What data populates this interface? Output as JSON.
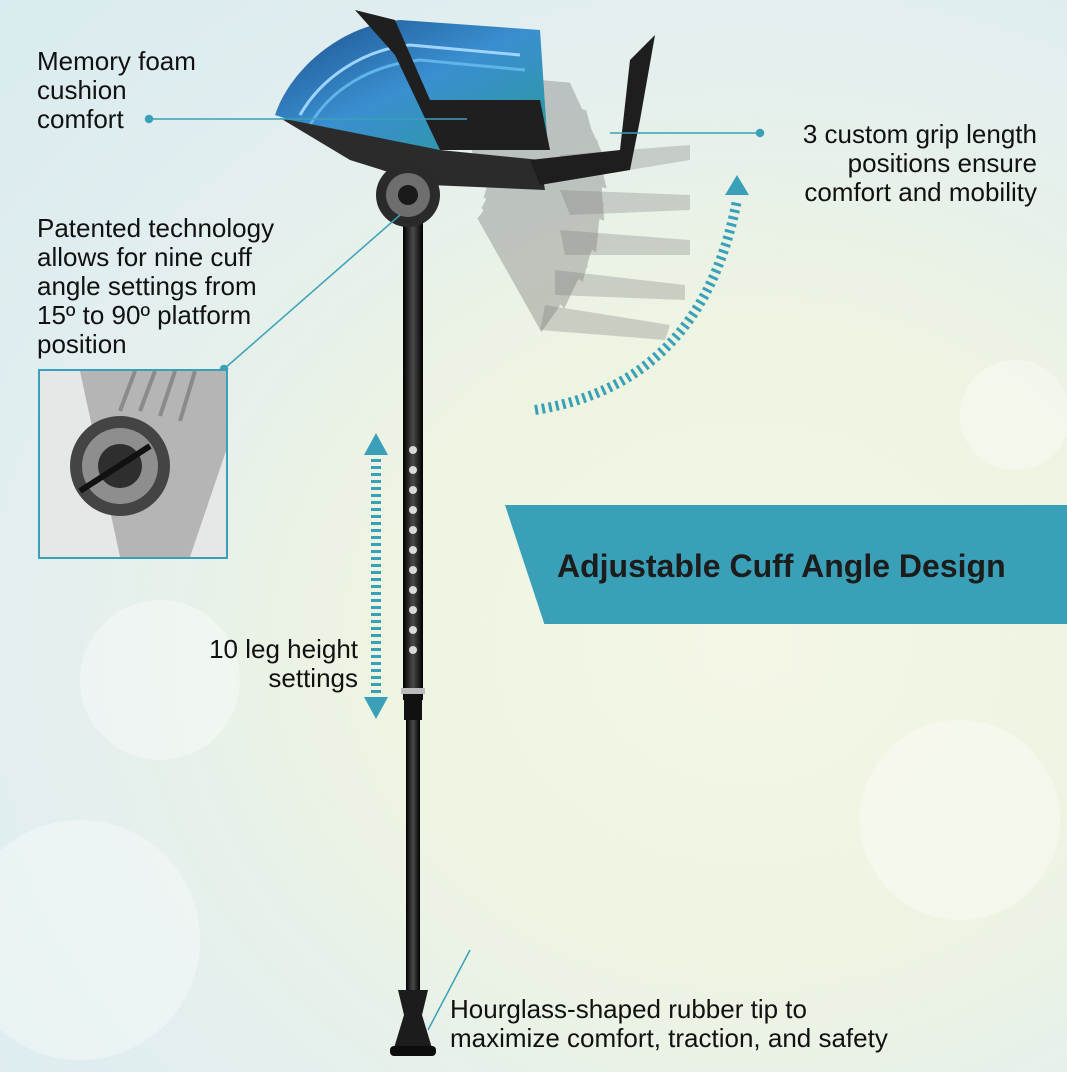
{
  "labels": {
    "memory_foam": [
      "Memory foam",
      "cushion",
      "comfort"
    ],
    "grip_length": [
      "3 custom grip length",
      "positions ensure",
      "comfort and mobility"
    ],
    "patented": [
      "Patented technology",
      "allows for nine cuff",
      "angle settings from",
      "15º to 90º platform",
      "position"
    ],
    "leg_height": [
      "10 leg height",
      "settings"
    ],
    "rubber_tip": [
      "Hourglass-shaped rubber tip to",
      "maximize comfort, traction, and safety"
    ]
  },
  "banner": {
    "title": "Adjustable Cuff Angle Design"
  },
  "colors": {
    "accent": "#3aa0b8",
    "text": "#111111",
    "shaft": "#1a1a1a",
    "cuff_blue": "#2a6fb0"
  }
}
